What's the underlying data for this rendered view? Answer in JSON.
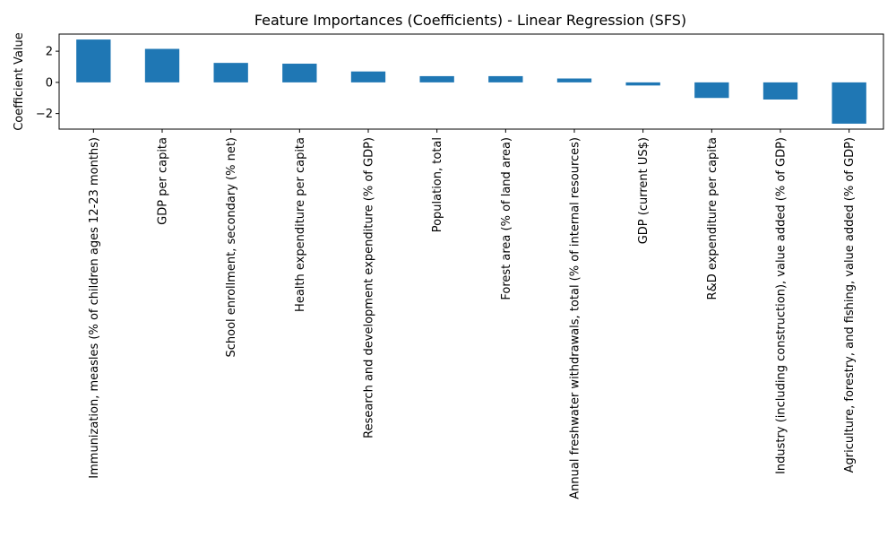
{
  "chart_data": {
    "type": "bar",
    "title": "Feature Importances (Coefficients) - Linear Regression (SFS)",
    "xlabel": "",
    "ylabel": "Coefficient Value",
    "ylim": [
      -3.0,
      3.1
    ],
    "yticks": [
      -2,
      0,
      2
    ],
    "ytick_labels": [
      "−2",
      "0",
      "2"
    ],
    "grid": false,
    "legend": "none",
    "bar_color": "#1f77b4",
    "categories": [
      "Immunization, measles (% of children ages 12-23 months)",
      "GDP per capita",
      "School enrollment, secondary (% net)",
      "Health expenditure per capita",
      "Research and development expenditure (% of GDP)",
      "Population, total",
      "Forest area (% of land area)",
      "Annual freshwater withdrawals, total (% of internal resources)",
      "GDP (current US$)",
      "R&D expenditure per capita",
      "Industry (including construction), value added (% of GDP)",
      "Agriculture, forestry, and fishing, value added (% of GDP)"
    ],
    "values": [
      2.75,
      2.15,
      1.25,
      1.2,
      0.7,
      0.4,
      0.4,
      0.25,
      -0.2,
      -1.0,
      -1.1,
      -2.65
    ]
  }
}
